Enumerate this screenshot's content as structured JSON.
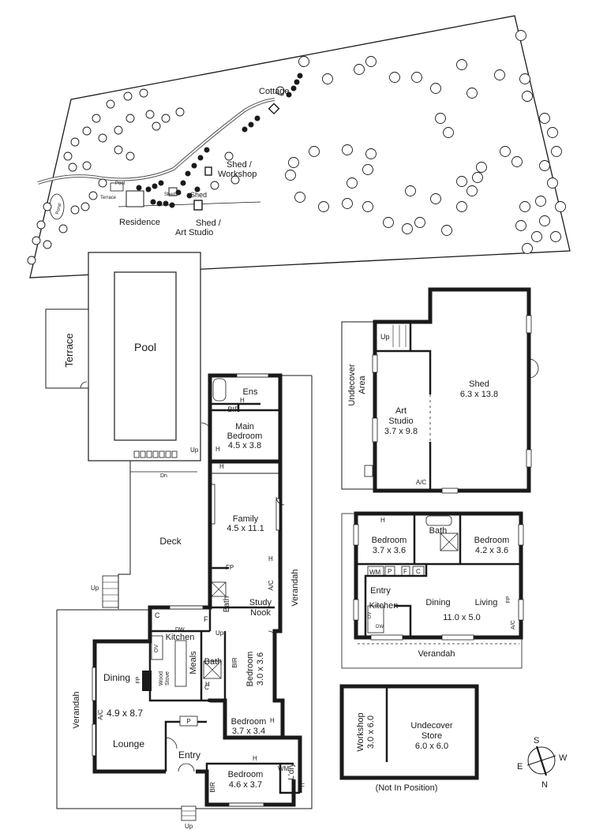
{
  "site_plan": {
    "labels": {
      "cottage": "Cottage",
      "shed_workshop_1": "Shed /",
      "shed_workshop_2": "Workshop",
      "shed": "Shed",
      "terrace": "Terrace",
      "pool": "Pool",
      "pond": "Pond",
      "residence": "Residence",
      "shed_small": "Shed",
      "shed_art_1": "Shed /",
      "shed_art_2": "Art Studio"
    }
  },
  "residence": {
    "pool": "Pool",
    "terrace": "Terrace",
    "deck": "Deck",
    "verandah_left": "Verandah",
    "verandah_right": "Verandah",
    "ens": "Ens",
    "bir_main": "BIR",
    "main_bedroom": {
      "name_1": "Main",
      "name_2": "Bedroom",
      "size": "4.5 x 3.8"
    },
    "family": {
      "name": "Family",
      "size": "4.5 x 11.1"
    },
    "study_nook_1": "Study",
    "study_nook_2": "Nook",
    "bath_a": "Bath",
    "fp_a": "FP",
    "ac_a": "A/C",
    "c_a": "C",
    "dw_a": "DW",
    "f_a": "F",
    "kitchen": "Kitchen",
    "meals": "Meals",
    "ov": "OV",
    "wood_stove_1": "Wood",
    "wood_stove_2": "Stove",
    "fp_b": "FP",
    "dining": {
      "name": "Dining",
      "size": "4.9 x 8.7"
    },
    "ac_b": "A/C",
    "lounge": "Lounge",
    "p_a": "P",
    "entry": "Entry",
    "bath_b": "Bath",
    "bir_b": "BIR",
    "bedroom_b": {
      "name": "Bedroom",
      "size": "3.0 x 3.6"
    },
    "c_b": "C",
    "bedroom_c": {
      "name": "Bedroom",
      "size": "3.7 x 3.4"
    },
    "bedroom_d": {
      "name": "Bedroom",
      "size": "4.6 x 3.7"
    },
    "bir_d": "BIR",
    "wm": "WM",
    "ldry": "L'dry",
    "f_b": "F",
    "h": "H",
    "up": "Up",
    "dn": "Dn"
  },
  "studio": {
    "undercover_1": "Undecover",
    "undercover_2": "Area",
    "art_studio": {
      "name_1": "Art",
      "name_2": "Studio",
      "size": "3.7 x 9.8"
    },
    "shed": {
      "name": "Shed",
      "size": "6.3 x 13.8"
    },
    "ac": "A/C",
    "up": "Up"
  },
  "cottage": {
    "bedroom_1": {
      "name": "Bedroom",
      "size": "3.7 x 3.6"
    },
    "bath": "Bath",
    "bedroom_2": {
      "name": "Bedroom",
      "size": "4.2 x 3.6"
    },
    "wm": "WM",
    "p": "P",
    "f": "F",
    "c": "C",
    "entry": "Entry",
    "kitchen": "Kitchen",
    "ov": "OV",
    "dw": "DW",
    "dining": "Dining",
    "living": "Living",
    "size": "11.0 x 5.0",
    "fp": "FP",
    "ac": "A/C",
    "verandah": "Verandah",
    "h": "H"
  },
  "workshop_store": {
    "workshop_1": "Workshop",
    "workshop_2": "3.0 x 6.0",
    "store_name_1": "Undecover",
    "store_name_2": "Store",
    "store_size": "6.0 x 6.0",
    "note": "(Not In Position)"
  },
  "compass": {
    "s": "S",
    "w": "W",
    "e": "E",
    "n": "N"
  }
}
